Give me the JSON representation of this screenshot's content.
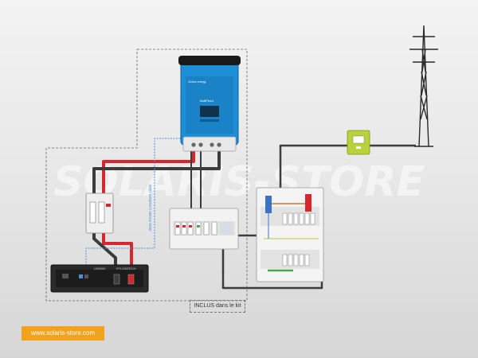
{
  "watermark": "SOLARIS-STORE",
  "inverter": {
    "brand": "Victron energy",
    "model": "MultiPlus-II"
  },
  "battery": {
    "model": "US5000",
    "brand": "PYLONTECH"
  },
  "bms_cable_label": "BMS\nRS485 CAN/BMS câble",
  "kit_label": "INCLUS dans le kit",
  "website": "www.solaris-store.com",
  "colors": {
    "positive_wire": "#d7262e",
    "negative_wire": "#3c3c3c",
    "data_cable": "#4a8fd8",
    "inverter_blue": "#1d8fd6",
    "meter_green": "#b9d23a",
    "badge_orange": "#f3a21c"
  }
}
